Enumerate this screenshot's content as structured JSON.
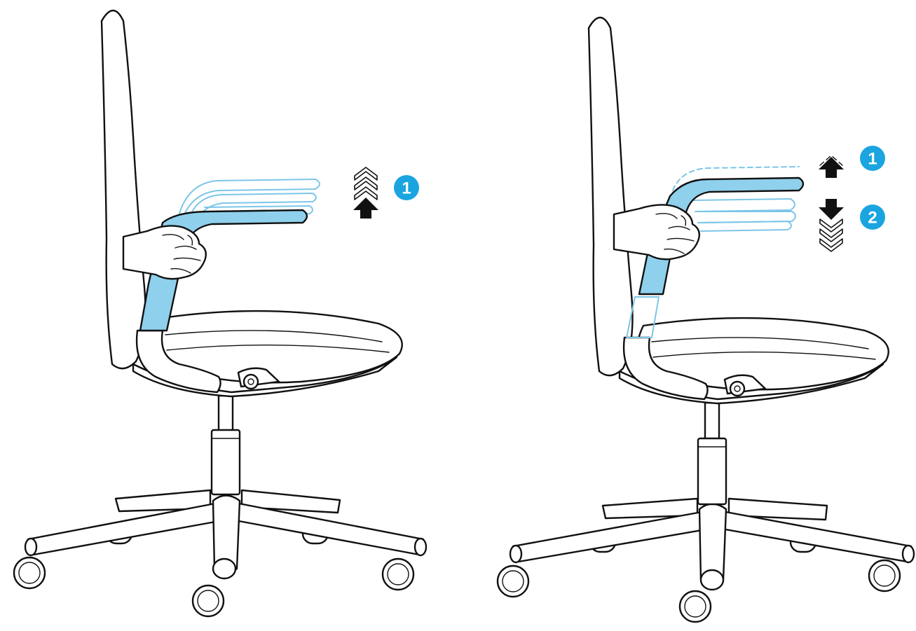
{
  "steps": {
    "left_step_1": "1",
    "right_step_1": "1",
    "right_step_2": "2"
  },
  "colors": {
    "highlight": "#8fd0ec",
    "badge": "#1aa5e0",
    "outline": "#111111"
  },
  "icons": {
    "raise": "arrow-up-icon",
    "lower": "arrow-down-icon",
    "motion": "chevron-stack-icon"
  }
}
